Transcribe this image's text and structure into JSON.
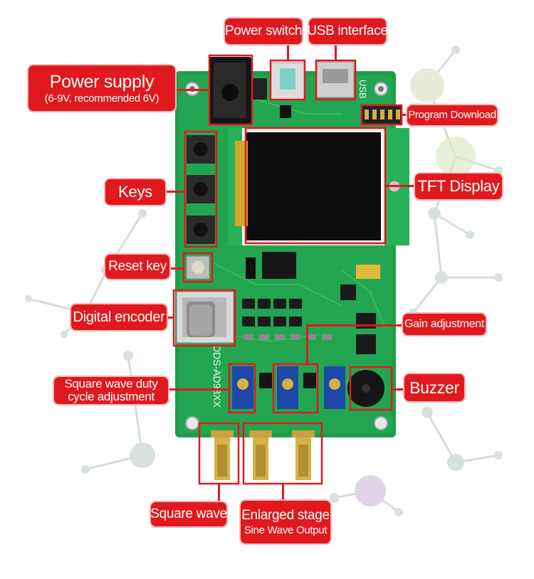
{
  "labels": {
    "power_switch": "Power switch",
    "usb_interface": "USB interface",
    "power_supply_title": "Power supply",
    "power_supply_sub": "(6-9V, recommended 6V)",
    "program_download": "Program Download",
    "keys": "Keys",
    "tft_display": "TFT Display",
    "reset_key": "Reset key",
    "digital_encoder": "Digital encoder",
    "gain_adjustment": "Gain adjustment",
    "square_duty_line1": "Square wave duty",
    "square_duty_line2": "cycle adjustment",
    "buzzer": "Buzzer",
    "square_wave": "Square wave",
    "enlarged_stage": "Enlarged stage",
    "sine_wave_output": "Sine Wave Output"
  },
  "board": {
    "silkscreen_usb": "USB",
    "silkscreen_model": "DDS-AD98XX"
  },
  "colors": {
    "label_red": "#e0191e",
    "pcb_green": "#1f9e4a",
    "bg_network": "#cfd9cf"
  }
}
